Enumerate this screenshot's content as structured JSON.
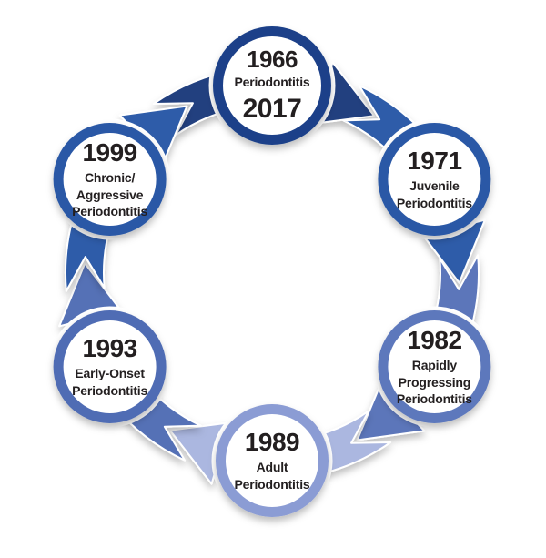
{
  "diagram": {
    "description": "Circular timeline of periodontitis classification terminology",
    "text_color": "#231f20",
    "background_color": "#ffffff",
    "nodes": [
      {
        "year": "1966",
        "label": "Periodontitis",
        "year2": "2017",
        "ring_color": "#1a4189",
        "arrow_color": "#21407f"
      },
      {
        "year": "1971",
        "label": "Juvenile\nPeriodontitis",
        "ring_color": "#2a58a6",
        "arrow_color": "#2d5ca9"
      },
      {
        "year": "1982",
        "label": "Rapidly\nProgressing\nPeriodontitis",
        "ring_color": "#5d78bc",
        "arrow_color": "#5b76ba"
      },
      {
        "year": "1989",
        "label": "Adult\nPeriodontitis",
        "ring_color": "#8b9cd4",
        "arrow_color": "#abb7e0"
      },
      {
        "year": "1993",
        "label": "Early-Onset\nPeriodontitis",
        "ring_color": "#4f6cb4",
        "arrow_color": "#5571b6"
      },
      {
        "year": "1999",
        "label": "Chronic/\nAggressive\nPeriodontitis",
        "ring_color": "#2a58a6",
        "arrow_color": "#2d5ca9"
      }
    ]
  }
}
